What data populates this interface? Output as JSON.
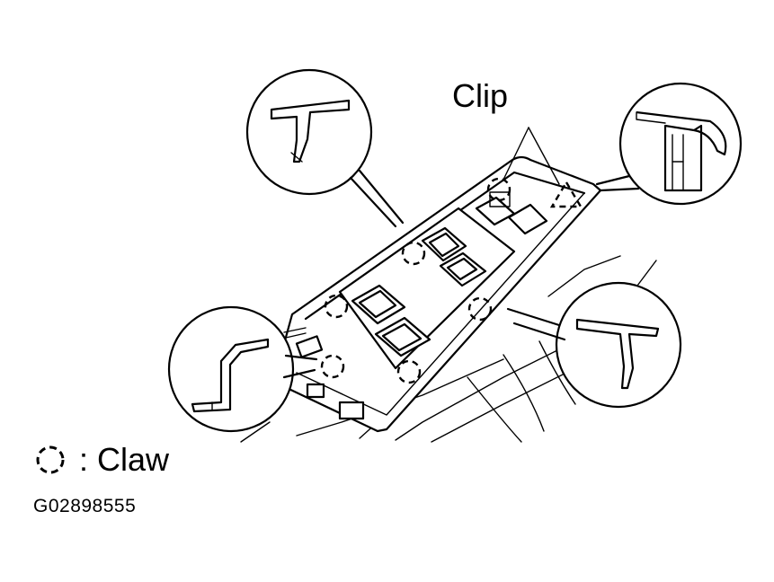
{
  "labels": {
    "clip": "Clip",
    "claw_legend": ": Claw",
    "figure_id": "G02898555"
  },
  "icons": {
    "claw_symbol": "dashed-circle-icon",
    "clip_symbol": "dashed-triangle-icon"
  },
  "colors": {
    "line": "#000000",
    "background": "#ffffff"
  }
}
